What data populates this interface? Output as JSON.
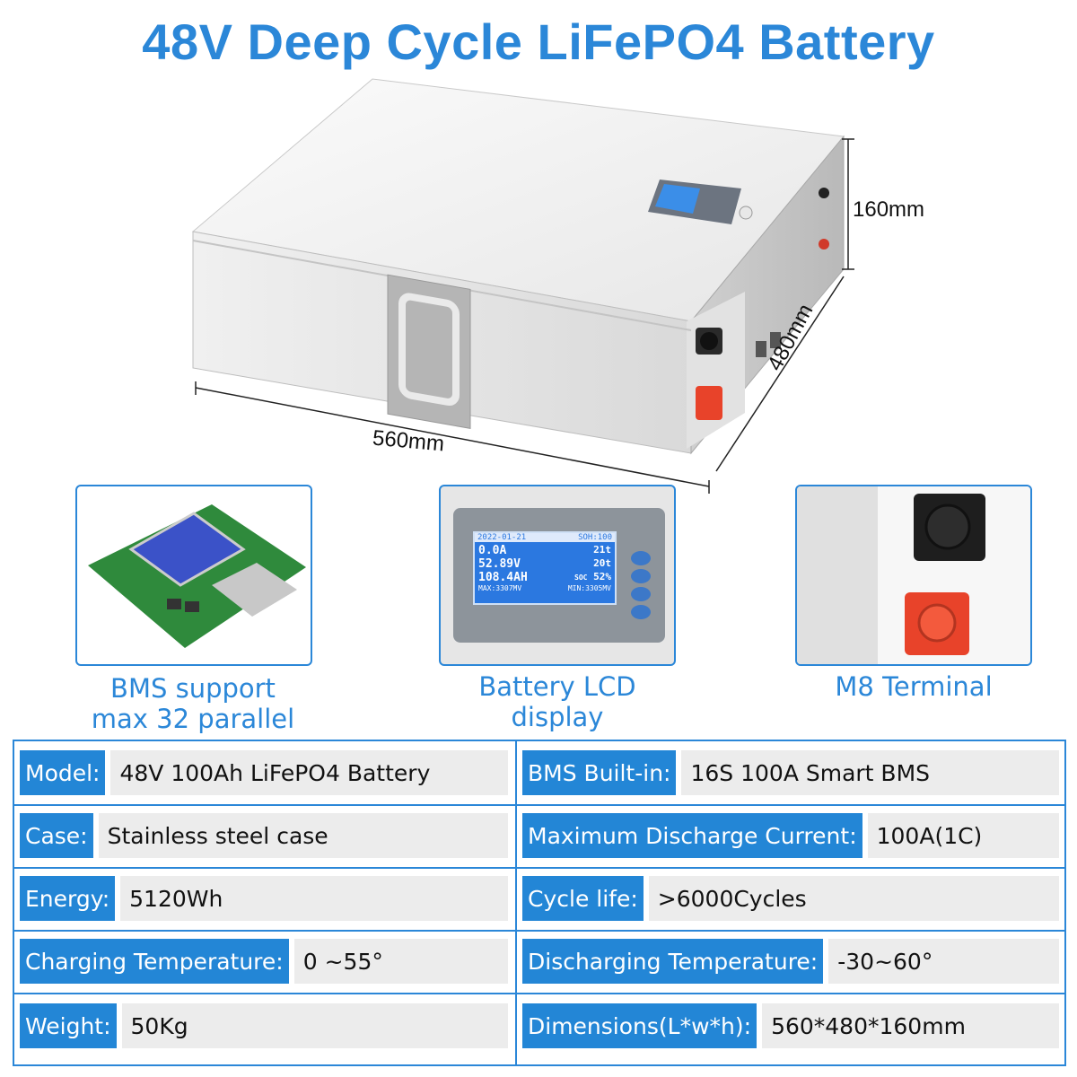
{
  "title": "48V Deep Cycle LiFePO4 Battery",
  "dimensions": {
    "height": "160mm",
    "width": "560mm",
    "depth": "480mm"
  },
  "lcd_screen": {
    "date": "2022-01-21",
    "soh": "SOH:100",
    "current": "0.0A",
    "voltage": "52.89V",
    "capacity": "108.4AH",
    "temp1": "21t",
    "temp2": "20t",
    "soc_label": "SOC",
    "soc": "52%",
    "max": "MAX:3307MV",
    "min": "MIN:3305MV"
  },
  "features": [
    {
      "caption_line1": "BMS support",
      "caption_line2": "max 32 parallel"
    },
    {
      "caption_line1": "Battery LCD display",
      "caption_line2": ""
    },
    {
      "caption_line1": "M8 Terminal",
      "caption_line2": ""
    }
  ],
  "specs": {
    "left": [
      {
        "label": "Model:",
        "value": "48V 100Ah LiFePO4 Battery"
      },
      {
        "label": "Case:",
        "value": "Stainless steel case"
      },
      {
        "label": "Energy:",
        "value": "5120Wh"
      },
      {
        "label": "Charging Temperature:",
        "value": "0 ~55°"
      },
      {
        "label": "Weight:",
        "value": "50Kg"
      }
    ],
    "right": [
      {
        "label": "BMS Built-in:",
        "value": "16S 100A Smart BMS"
      },
      {
        "label": "Maximum Discharge Current:",
        "value": "100A(1C)"
      },
      {
        "label": "Cycle life:",
        "value": ">6000Cycles"
      },
      {
        "label": "Discharging Temperature:",
        "value": "-30~60°"
      },
      {
        "label": "Dimensions(L*w*h):",
        "value": "560*480*160mm"
      }
    ]
  },
  "colors": {
    "accent": "#2b87d8",
    "label_bg": "#2386d6",
    "value_bg": "#ececec",
    "terminal_red": "#e8432a"
  }
}
